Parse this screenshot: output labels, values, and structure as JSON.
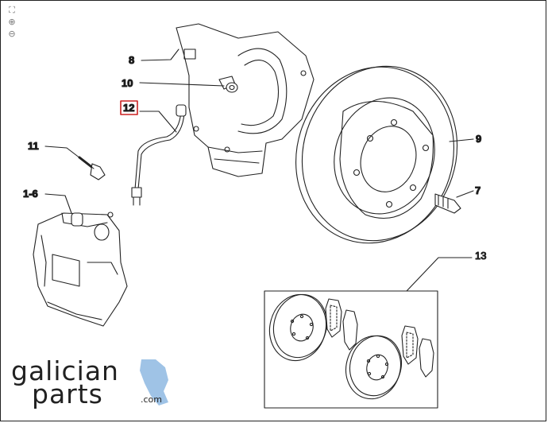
{
  "toolbar": {
    "fit_icon": "fit-to-screen-icon",
    "zoom_in_icon": "zoom-in-icon",
    "zoom_out_icon": "zoom-out-icon"
  },
  "callouts": {
    "c8": "8",
    "c10": "10",
    "c12": "12",
    "c11": "11",
    "c1_6": "1-6",
    "c9": "9",
    "c7": "7",
    "c13": "13"
  },
  "selected_callout": "12",
  "highlight_color": "#cc2222",
  "logo": {
    "line1": "galician",
    "line2": "parts",
    "suffix": ".com",
    "accent_color": "#9fc3e6"
  }
}
